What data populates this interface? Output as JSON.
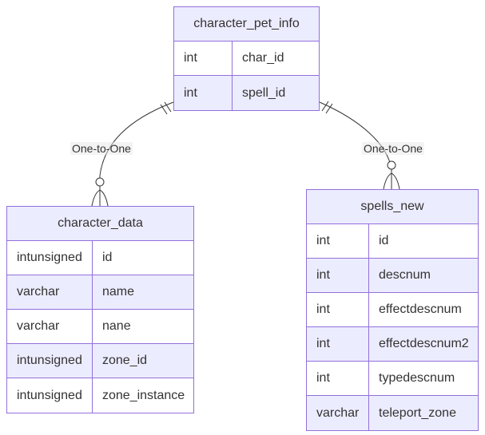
{
  "entities": {
    "character_pet_info": {
      "name": "character_pet_info",
      "rows": [
        {
          "type": "int",
          "field": "char_id"
        },
        {
          "type": "int",
          "field": "spell_id"
        }
      ]
    },
    "character_data": {
      "name": "character_data",
      "rows": [
        {
          "type": "intunsigned",
          "field": "id"
        },
        {
          "type": "varchar",
          "field": "name"
        },
        {
          "type": "varchar",
          "field": "nane"
        },
        {
          "type": "intunsigned",
          "field": "zone_id"
        },
        {
          "type": "intunsigned",
          "field": "zone_instance"
        }
      ]
    },
    "spells_new": {
      "name": "spells_new",
      "rows": [
        {
          "type": "int",
          "field": "id"
        },
        {
          "type": "int",
          "field": "descnum"
        },
        {
          "type": "int",
          "field": "effectdescnum"
        },
        {
          "type": "int",
          "field": "effectdescnum2"
        },
        {
          "type": "int",
          "field": "typedescnum"
        },
        {
          "type": "varchar",
          "field": "teleport_zone"
        }
      ]
    }
  },
  "relationships": [
    {
      "label": "One-to-One"
    },
    {
      "label": "One-to-One"
    }
  ],
  "colors": {
    "border": "#9370DB",
    "header_bg": "#ececff",
    "row_even_bg": "#ececff",
    "row_odd_bg": "#ffffff",
    "line": "#333333"
  }
}
